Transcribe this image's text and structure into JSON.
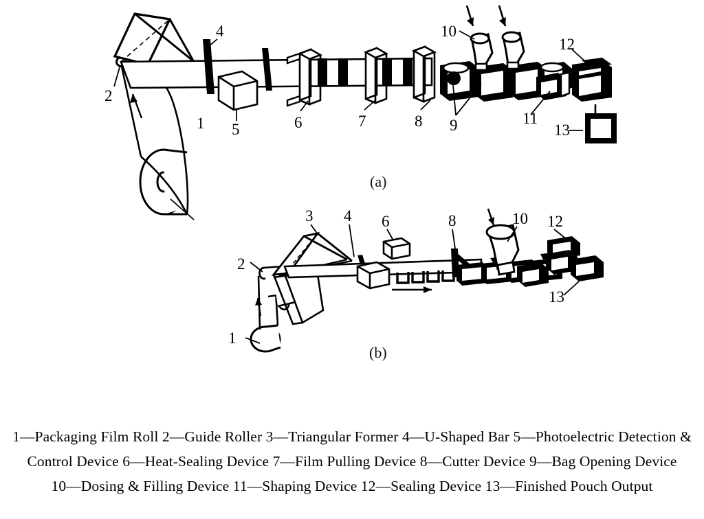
{
  "figure": {
    "subfigures": [
      {
        "id": "a",
        "label": "(a)"
      },
      {
        "id": "b",
        "label": "(b)"
      }
    ],
    "callout_numbers_a": [
      "1",
      "2",
      "4",
      "5",
      "6",
      "7",
      "8",
      "9",
      "10",
      "11",
      "12",
      "13"
    ],
    "callout_numbers_b": [
      "1",
      "2",
      "3",
      "4",
      "6",
      "8",
      "10",
      "12",
      "13"
    ],
    "colors": {
      "ink": "#000000",
      "background": "#ffffff"
    }
  },
  "callouts": {
    "a": [
      {
        "n": "1",
        "name": "packaging-film-roll"
      },
      {
        "n": "2",
        "name": "guide-roller"
      },
      {
        "n": "4",
        "name": "u-shaped-bar"
      },
      {
        "n": "5",
        "name": "photoelectric-detection-control-device"
      },
      {
        "n": "6",
        "name": "heat-sealing-device"
      },
      {
        "n": "7",
        "name": "film-pulling-device"
      },
      {
        "n": "8",
        "name": "cutter-device"
      },
      {
        "n": "9",
        "name": "bag-opening-device"
      },
      {
        "n": "10",
        "name": "dosing-filling-device"
      },
      {
        "n": "11",
        "name": "shaping-device"
      },
      {
        "n": "12",
        "name": "sealing-device"
      },
      {
        "n": "13",
        "name": "finished-pouch-output"
      }
    ],
    "b": [
      {
        "n": "1",
        "name": "packaging-film-roll"
      },
      {
        "n": "2",
        "name": "guide-roller"
      },
      {
        "n": "3",
        "name": "triangular-former"
      },
      {
        "n": "4",
        "name": "u-shaped-bar"
      },
      {
        "n": "6",
        "name": "heat-sealing-device"
      },
      {
        "n": "8",
        "name": "cutter-device"
      },
      {
        "n": "10",
        "name": "dosing-filling-device"
      },
      {
        "n": "12",
        "name": "sealing-device"
      },
      {
        "n": "13",
        "name": "finished-pouch-output"
      }
    ]
  },
  "legend": {
    "lines": [
      [
        {
          "num": "1",
          "dash": "—",
          "text": "Packaging Film Roll"
        },
        {
          "num": "2",
          "dash": "—",
          "text": "Guide Roller"
        },
        {
          "num": "3",
          "dash": "—",
          "text": "Triangular Former"
        },
        {
          "num": "4",
          "dash": "—",
          "text": "U-Shaped Bar"
        },
        {
          "num": "5",
          "dash": "—",
          "text": "Photoelectric Detection &"
        }
      ],
      [
        {
          "num": "",
          "dash": "",
          "text": "Control Device"
        },
        {
          "num": "6",
          "dash": "—",
          "text": "Heat-Sealing Device"
        },
        {
          "num": "7",
          "dash": "—",
          "text": "Film Pulling Device"
        },
        {
          "num": "8",
          "dash": "—",
          "text": "Cutter Device"
        },
        {
          "num": "9",
          "dash": "—",
          "text": "Bag Opening Device"
        }
      ],
      [
        {
          "num": "10",
          "dash": "—",
          "text": "Dosing & Filling Device"
        },
        {
          "num": "11",
          "dash": "—",
          "text": "Shaping Device"
        },
        {
          "num": "12",
          "dash": "—",
          "text": "Sealing Device"
        },
        {
          "num": "13",
          "dash": "—",
          "text": "Finished Pouch Output"
        }
      ]
    ],
    "full_text_line_1": "1—Packaging Film Roll  2—Guide Roller  3—Triangular Former  4—U-Shaped Bar  5—Photoelectric Detection &",
    "full_text_line_2": "Control Device  6—Heat-Sealing Device  7—Film Pulling Device  8—Cutter Device  9—Bag Opening Device",
    "full_text_line_3": "10—Dosing & Filling Device  11—Shaping Device  12—Sealing Device  13—Finished Pouch Output"
  }
}
